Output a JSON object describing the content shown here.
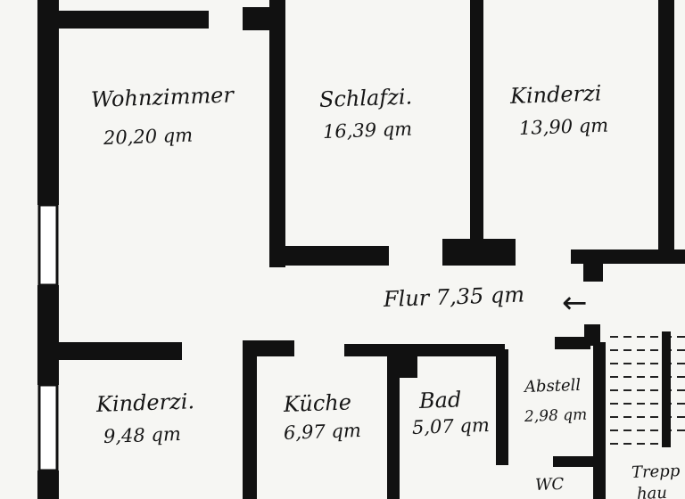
{
  "plan": {
    "rooms": [
      {
        "id": "wohnzimmer",
        "name": "Wohnzimmer",
        "area": "20,20 qm"
      },
      {
        "id": "schlafzi",
        "name": "Schlafzi.",
        "area": "16,39 qm"
      },
      {
        "id": "kinderzi-1",
        "name": "Kinderzi",
        "area": "13,90 qm"
      },
      {
        "id": "flur",
        "name": "Flur 7,35 qm"
      },
      {
        "id": "kinderzi-2",
        "name": "Kinderzi.",
        "area": "9,48 qm"
      },
      {
        "id": "kueche",
        "name": "Küche",
        "area": "6,97 qm"
      },
      {
        "id": "bad",
        "name": "Bad",
        "area": "5,07 qm"
      },
      {
        "id": "abstell",
        "name": "Abstell",
        "area": "2,98 qm"
      },
      {
        "id": "wc",
        "name": "WC"
      },
      {
        "id": "treppenhaus",
        "name": "Trepp",
        "name2": "hau"
      }
    ],
    "arrow": "←",
    "colors": {
      "wall": "#111111",
      "paper": "#f6f6f3",
      "window": "#ffffff"
    }
  }
}
